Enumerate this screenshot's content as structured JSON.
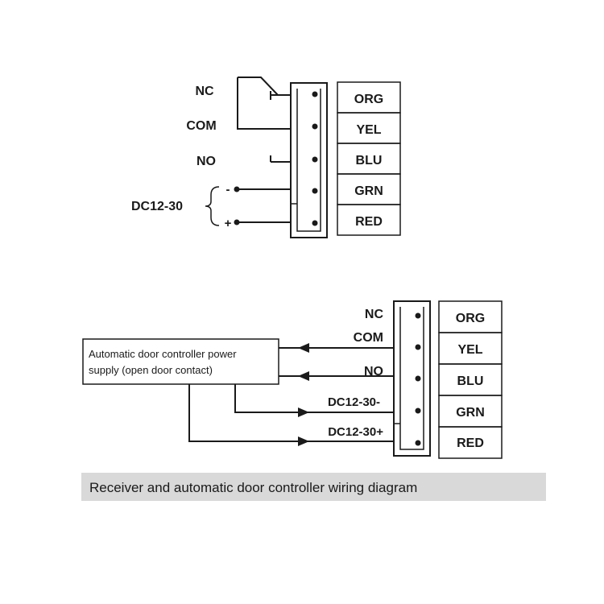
{
  "top_diagram": {
    "contacts": {
      "nc": "NC",
      "com": "COM",
      "no": "NO"
    },
    "power_label": "DC12-30",
    "polarity": {
      "minus": "-",
      "plus": "+"
    },
    "wires": [
      "ORG",
      "YEL",
      "BLU",
      "GRN",
      "RED"
    ]
  },
  "bottom_diagram": {
    "controller_box": {
      "line1": "Automatic door controller power",
      "line2": "supply (open door contact)"
    },
    "terminals": {
      "nc": "NC",
      "com": "COM",
      "no": "NO",
      "dc_minus": "DC12-30-",
      "dc_plus": "DC12-30+"
    },
    "wires": [
      "ORG",
      "YEL",
      "BLU",
      "GRN",
      "RED"
    ]
  },
  "caption": "Receiver and automatic door controller wiring diagram",
  "colors": {
    "line": "#1a1a1a",
    "caption_background": "#d9d9d9"
  }
}
